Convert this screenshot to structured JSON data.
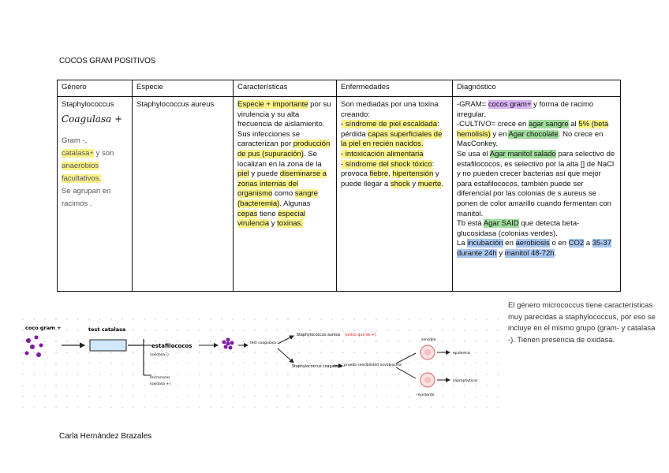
{
  "title": "COCOS GRAM POSITIVOS",
  "table": {
    "headers": [
      "Género",
      "Especie",
      "Características",
      "Enfermedades",
      "Diagnóstico"
    ],
    "genero": {
      "name": "Staphylococcus",
      "handwritten": "Coagulasa +",
      "gram": "Gram -,",
      "catalasa": "catalasa+",
      "yson": " y son ",
      "anaerobios": "anaerobios facultativos.",
      "agrupan": "Se agrupan en racimos ."
    },
    "especie": "Staphylococcus aureus",
    "caracteristicas": {
      "p1": "Especie + importante",
      "p2": " por su virulencia y su alta frecuencia de aislamiento. Sus infecciones se caracterizan por ",
      "p3": "producción de pus (supuración)",
      "p4": ". Se localizan en la zona de la ",
      "p5": "piel",
      "p6": " y puede ",
      "p7": "diseminarse a zonas internas del organismo",
      "p8": " como ",
      "p9": "sangre (bacteremia)",
      "p10": ". Algunas ",
      "p11": "cepas",
      "p12": " tiene ",
      "p13": "especial virulencia",
      "p14": " y ",
      "p15": "toxinas."
    },
    "enfermedades": {
      "p1": "Son mediadas por una toxina creando:",
      "p2": "- síndrome de piel escaldada",
      "p3": ": pérdida ",
      "p4": "capas superficiales",
      "p5": " de la piel en recién nacidos.",
      "p6": "- intoxicación alimentaria",
      "p7": "- síndrome del shock tóxico",
      "p8": ": provoca ",
      "p9": "fiebre",
      "p10": ", ",
      "p11": "hipertensión",
      "p12": " y puede llegar a ",
      "p13": "shock",
      "p14": " y ",
      "p15": "muerte",
      "p16": "."
    },
    "diagnostico": {
      "p1": "-GRAM= ",
      "p2": "cocos gram+",
      "p3": " y forma de racimo irregular.",
      "p4": "-CULTIVO= crece en ",
      "p5": "agar sangre",
      "p6": " al ",
      "p7": "5% (beta hemolisis)",
      "p8": " y en ",
      "p9": "Agar chocolate",
      "p10": ". No crece en MacConkey.",
      "p11": "Se usa el ",
      "p12": "Agar manitol salado",
      "p13": " para selectivo de estafilococos, es selectivo por la alta [] de NaCl y no pueden crecer bacterias así que mejor para estafilococos, también puede ser diferencial por las colonias de s.aureus se ponen de color amarillo cuando fermentan con manitol.",
      "p14": "Tb está ",
      "p15": "Agar SAID",
      "p16": " que detecta beta-glucosidasa (colonias verdes).",
      "p17": "La ",
      "p18": "incubación",
      "p19": " en ",
      "p20": "aerobiosis",
      "p21": " o en ",
      "p22": "CO2",
      "p23": " a ",
      "p24": "35-37 durante 24h",
      "p25": " y ",
      "p26": "manitol 48-72h",
      "p27": "."
    }
  },
  "side_note": "El género micrococcus tiene características muy parecidas a staphylococcus, por eso se incluye en el mismo grupo (gram- y catalasa -). Tienen presencia de oxidasa.",
  "diagram": {
    "cocos": "coco gram +",
    "test_catalasa": "test catalasa",
    "estafilococos": "estafilococos",
    "oxidasa_neg": "(oxidasa -)",
    "micrococos": "micrococos",
    "oxidasa_pos": "(oxidasa +)",
    "test_coagulasa": "test coagulasa",
    "s_aureus": "Staphylococcus aureus",
    "unico": "(único que es +)",
    "s_coag_neg": "Staphylococcus coagulasa -",
    "prueba": "prueba sensibilidad novobiocina",
    "sensible": "sensible",
    "epidermis": "epidermis",
    "resistente": "resistente",
    "saprophyticus": "saprophyticus"
  },
  "author": "Carla Hernández Brazales"
}
